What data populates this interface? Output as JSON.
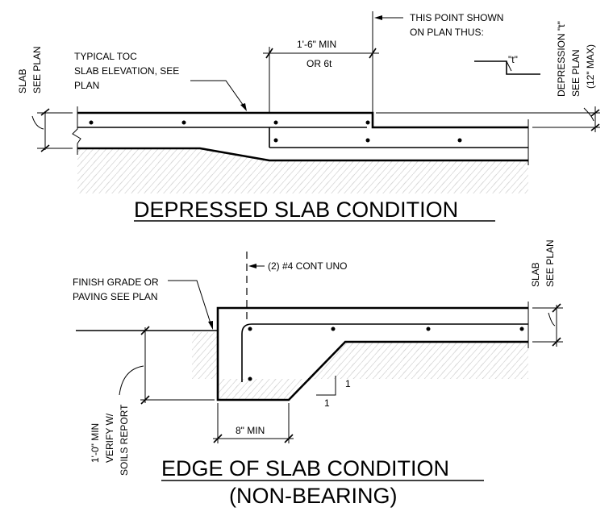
{
  "depressed": {
    "title": "DEPRESSED SLAB CONDITION",
    "toc_note": [
      "TYPICAL TOC",
      "SLAB ELEVATION, SEE",
      "PLAN"
    ],
    "dim_note": [
      "1'-6\" MIN",
      "OR 6t"
    ],
    "point_note": [
      "THIS POINT SHOWN",
      "ON PLAN THUS:"
    ],
    "t_symbol": "\"t\"",
    "slab_label": [
      "SLAB",
      "SEE PLAN"
    ],
    "depression_label": [
      "DEPRESSION \"t\"",
      "SEE PLAN",
      "(12\" MAX)"
    ]
  },
  "edge": {
    "title": "EDGE OF SLAB CONDITION",
    "subtitle": "(NON-BEARING)",
    "rebar_note": "(2) #4 CONT UNO",
    "grade_note": [
      "FINISH GRADE OR",
      "PAVING SEE PLAN"
    ],
    "slab_label": [
      "SLAB",
      "SEE PLAN"
    ],
    "depth_label": [
      "1'-0\" MIN",
      "VERIFY W/",
      "SOILS REPORT"
    ],
    "width_label": "8\" MIN",
    "slope_rise": "1",
    "slope_run": "1"
  }
}
